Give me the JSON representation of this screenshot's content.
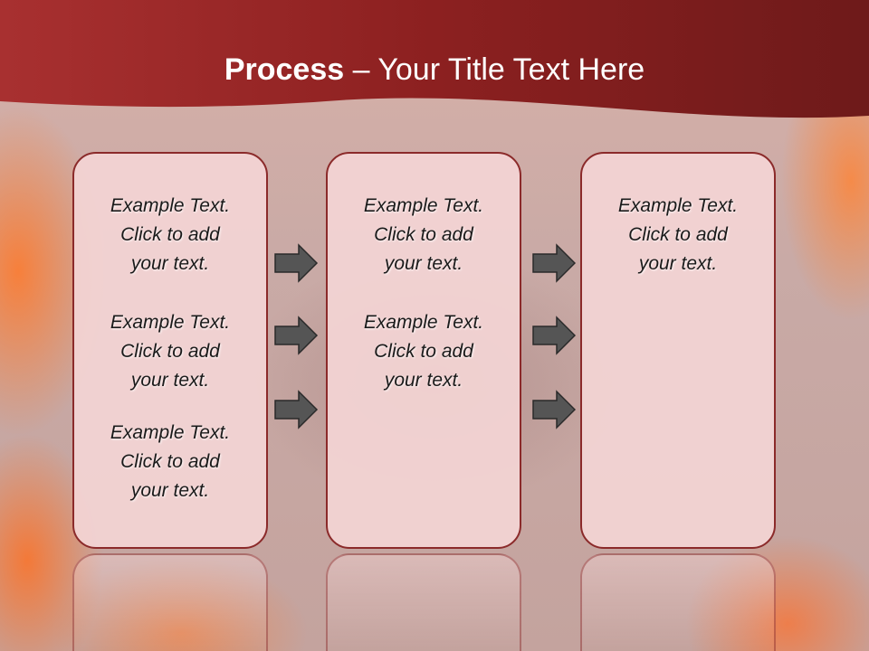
{
  "slide": {
    "title_bold": "Process",
    "title_rest": " – Your Title Text Here"
  },
  "panels": [
    {
      "items": [
        [
          "Example Text.",
          "Click  to add",
          "your text."
        ],
        [
          "Example Text.",
          "Click  to add",
          "your text."
        ],
        [
          "Example Text.",
          "Click  to add",
          "your text."
        ]
      ]
    },
    {
      "items": [
        [
          "Example Text.",
          "Click  to add",
          "your text."
        ],
        [
          "Example Text.",
          "Click  to add",
          "your text."
        ]
      ]
    },
    {
      "items": [
        [
          "Example Text.",
          "Click  to add",
          "your text."
        ]
      ]
    }
  ],
  "icons": {
    "arrow": "right-arrow-icon"
  },
  "colors": {
    "title_band": "#8b2222",
    "panel_border": "#8b2a2a",
    "panel_fill": "#f3d4d4",
    "arrow_fill": "#555555"
  }
}
